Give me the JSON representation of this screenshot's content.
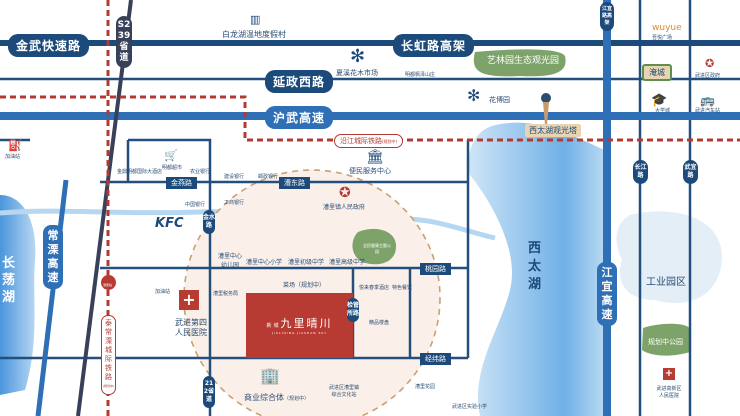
{
  "roads": {
    "jinwu": "金武快速路",
    "changhong": "长虹路高架",
    "yanzheng": "延政西路",
    "huwu": "沪武高速",
    "s239": "S239省道",
    "changli": "常溧高速",
    "jiangyi": "江宜高速",
    "jiangyi_elevated": "江宜路高架",
    "changjiang": "长江路",
    "wuyi": "武宜路",
    "jinyan": "金燕路",
    "caodong": "漕东路",
    "jinshui": "金水路",
    "taoyuan": "桃园路",
    "jianguan": "检管所路",
    "jingwei": "经纬路",
    "s212": "212省道"
  },
  "railways": {
    "yanjiang": "沿江城际铁路",
    "yanjiang_note": "(规划中)",
    "taichang": "泰常溧城际铁路",
    "taichang_note": "(规划中)"
  },
  "water": {
    "changdang": "长荡湖",
    "xitai": "西太湖"
  },
  "areas": {
    "yilin": "艺林园生态观光园",
    "industrial": "工业园区",
    "planned_park": "规划中公园",
    "fitness_park": "全民健康主题公园"
  },
  "pois": {
    "bailong": "白龙湖温地度假村",
    "xiaxi": "夏溪花木市场",
    "mingdu": "明都枫泽山庄",
    "huabo": "花博园",
    "tower": "西太湖观光塔",
    "wuyue_logo": "wuyue",
    "wuyue": "吾悦广场",
    "yancheng": "淹城",
    "wujin_gov": "武进区政府",
    "university": "大学城",
    "bus": "武进汽车站",
    "gas1": "加油站",
    "hotel": "金鼎明都国际大酒店",
    "supermarket": "明都超市",
    "abc": "农业银行",
    "ccb": "建设银行",
    "post": "邮政银行",
    "service": "便民服务中心",
    "boc": "中国银行",
    "icbc": "工商银行",
    "kfc": "KFC",
    "town_gov": "漕里镇人民政府",
    "kinder": "漕里中心幼儿园",
    "primary": "漕里中心小学",
    "junior": "漕里初级中学",
    "senior": "漕里高级中学",
    "station": "漕里站",
    "gas2": "加油站",
    "tax": "漕里税务局",
    "market": "菜场（规划中）",
    "hospital4": "武进第四人民医院",
    "resort": "悦来春季酒店",
    "restaurant": "特色餐饮",
    "res1": "精品楼盘",
    "commercial": "商业综合体",
    "commercial_note": "（规划中）",
    "culture": "武进区漕里镇综合文化站",
    "res2": "漕里花园",
    "school_exp": "武进区实验小学",
    "hospital_hi": "武进高新区人民医院"
  },
  "project": {
    "name": "九里晴川",
    "prefix": "新城",
    "en": "JIULIQING JIASHAN SKY"
  }
}
